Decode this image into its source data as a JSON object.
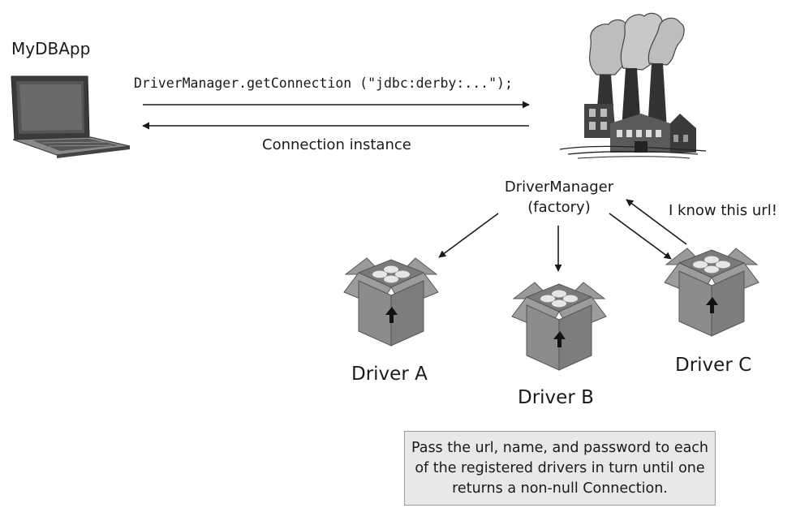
{
  "app": {
    "name": "MyDBApp"
  },
  "request": {
    "call": "DriverManager.getConnection (\"jdbc:derby:...\");"
  },
  "response": {
    "label": "Connection instance"
  },
  "driver_manager": {
    "name": "DriverManager",
    "role": "(factory)"
  },
  "reply": {
    "label": "I know this url!"
  },
  "drivers": [
    {
      "label": "Driver A"
    },
    {
      "label": "Driver B"
    },
    {
      "label": "Driver C"
    }
  ],
  "note": {
    "text": "Pass the url, name, and password to each of the registered drivers in turn until one returns a non-null Connection."
  },
  "icons": {
    "client": "laptop-icon",
    "factory": "factory-icon",
    "driver": "package-box-icon"
  },
  "colors": {
    "box_fill": "#8c8c8c",
    "box_dark": "#6e6e6e",
    "note_fill": "#e8e8e8",
    "note_border": "#9a9a9a",
    "line": "#1a1a1a"
  }
}
